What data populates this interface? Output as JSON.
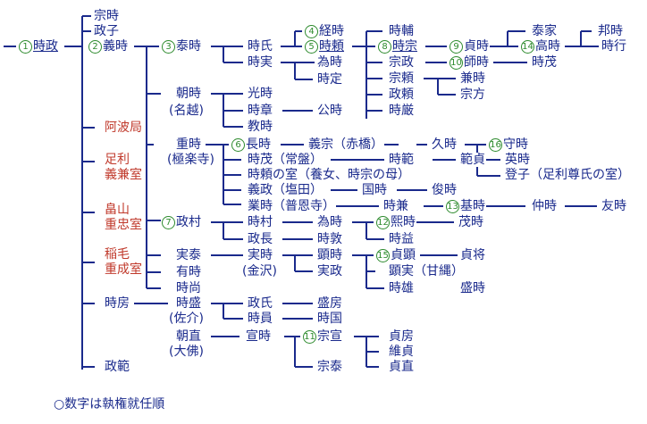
{
  "nodes": {
    "tokimasa": {
      "num": "1",
      "name": "時政"
    },
    "munetoki": {
      "name": "宗時"
    },
    "masako": {
      "name": "政子"
    },
    "yoshitoki": {
      "num": "2",
      "name": "義時"
    },
    "yasutoki": {
      "num": "3",
      "name": "泰時"
    },
    "tokiuji": {
      "name": "時氏"
    },
    "tokizane": {
      "name": "時実"
    },
    "tsunetoki": {
      "num": "4",
      "name": "経時"
    },
    "tokiyori": {
      "num": "5",
      "name": "時頼"
    },
    "tamenoki": {
      "name": "為時"
    },
    "tokisada": {
      "name": "時定"
    },
    "tokisuke": {
      "name": "時輔"
    },
    "tokimune": {
      "num": "8",
      "name": "時宗"
    },
    "munemasa": {
      "name": "宗政"
    },
    "muneyori": {
      "name": "宗頼"
    },
    "masayori": {
      "name": "政頼"
    },
    "tokinori": {
      "name": "時厳"
    },
    "sadatoki": {
      "num": "9",
      "name": "貞時"
    },
    "morotoki": {
      "num": "10",
      "name": "師時"
    },
    "kanetoki": {
      "name": "兼時"
    },
    "munekata": {
      "name": "宗方"
    },
    "yasuie": {
      "name": "泰家"
    },
    "takatoki": {
      "num": "14",
      "name": "高時"
    },
    "tokishige": {
      "name": "時茂"
    },
    "kunitoki": {
      "name": "邦時"
    },
    "tokiyuki": {
      "name": "時行"
    },
    "tomotoki": {
      "name": "朝時"
    },
    "nagoe": {
      "name": "(名越)"
    },
    "mitsutoki": {
      "name": "光時"
    },
    "tokiaki": {
      "name": "時章"
    },
    "kintoki": {
      "name": "公時"
    },
    "noritoki": {
      "name": "教時"
    },
    "awa": {
      "name": "阿波局"
    },
    "shigetoki": {
      "name": "重時"
    },
    "gokuraku": {
      "name": "(極楽寺)"
    },
    "nagatoki": {
      "num": "6",
      "name": "長時"
    },
    "yoshimune": {
      "name": "義宗（赤橋）"
    },
    "hisatoki": {
      "name": "久時"
    },
    "moritoki": {
      "num": "16",
      "name": "守時"
    },
    "eiji": {
      "name": "英時"
    },
    "tokishige_j": {
      "name": "時茂（常盤）"
    },
    "tokinori2": {
      "name": "時範"
    },
    "norisada": {
      "name": "範貞"
    },
    "tokiyori_shitsu": {
      "name": "時頼の室",
      "note": "（養女、時宗の母）"
    },
    "toshiko": {
      "name": "登子",
      "note_open": "（",
      "note_red": "足利尊氏",
      "note_close": "の室）"
    },
    "yoshimasa": {
      "name": "義政（塩田）"
    },
    "kunitoki2": {
      "name": "国時"
    },
    "toshitoki": {
      "name": "俊時"
    },
    "ashikaga": {
      "name1": "足利",
      "name2": "義兼室"
    },
    "naritoki": {
      "name": "業時（普恩寺）"
    },
    "tokikane": {
      "name": "時兼"
    },
    "mototoki": {
      "num": "13",
      "name": "基時"
    },
    "nakatoki": {
      "name": "仲時"
    },
    "tomotoki2": {
      "name": "友時"
    },
    "hatakeyama": {
      "name1": "畠山",
      "name2": "重忠室"
    },
    "masamura": {
      "num": "7",
      "name": "政村"
    },
    "tokimura": {
      "name": "時村"
    },
    "tametoki": {
      "name": "為時"
    },
    "hirotoki": {
      "num": "12",
      "name": "熙時"
    },
    "shigetoki2": {
      "name": "茂時"
    },
    "masanaga": {
      "name": "政長"
    },
    "tokiatsu": {
      "name": "時敦"
    },
    "tokimasu": {
      "name": "時益"
    },
    "inage": {
      "name1": "稲毛",
      "name2": "重成室"
    },
    "saneyasu": {
      "name": "実泰"
    },
    "sanetoki": {
      "name": "実時"
    },
    "kanazawa": {
      "name": "(金沢)"
    },
    "akitoki": {
      "name": "顕時"
    },
    "sadaaki": {
      "num": "15",
      "name": "貞顕"
    },
    "sadamasa": {
      "name": "貞将"
    },
    "sanemasa": {
      "name": "実政"
    },
    "akizane": {
      "name": "顕実（甘縄）"
    },
    "tokio": {
      "name": "時雄"
    },
    "moritoki2": {
      "name": "盛時"
    },
    "aritoki": {
      "name": "有時"
    },
    "tokinao": {
      "name": "時尚"
    },
    "tokifusa": {
      "name": "時房"
    },
    "tokimori": {
      "name": "時盛"
    },
    "sasuke": {
      "name": "(佐介)"
    },
    "masauji": {
      "name": "政氏"
    },
    "morifusa": {
      "name": "盛房"
    },
    "tokikazu": {
      "name": "時員"
    },
    "tokikuni": {
      "name": "時国"
    },
    "tomonao": {
      "name": "朝直"
    },
    "daibutsu": {
      "name": "(大佛)"
    },
    "nobutoki": {
      "name": "宣時"
    },
    "munenobu": {
      "num": "11",
      "name": "宗宣"
    },
    "sadafusa": {
      "name": "貞房"
    },
    "koresada": {
      "name": "維貞"
    },
    "muneyasu": {
      "name": "宗泰"
    },
    "sadanao": {
      "name": "貞直"
    },
    "masanori": {
      "name": "政範"
    }
  },
  "legend": "○数字は執権就任順",
  "colors": {
    "line": "#1a2a8c",
    "text": "#1a2a8c",
    "highlight": "#c0392b",
    "number": "#2e8b2e"
  }
}
